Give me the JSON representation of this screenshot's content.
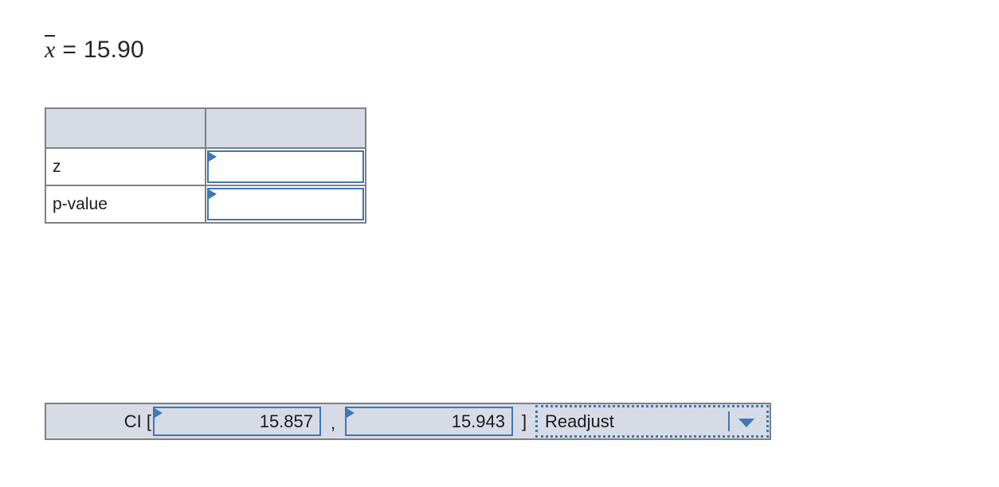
{
  "mean_statement": {
    "symbol": "x",
    "equals": "=",
    "value": "15.90"
  },
  "results_table": {
    "header": {
      "label_col": "",
      "value_col": ""
    },
    "rows": [
      {
        "label": "z",
        "value": ""
      },
      {
        "label": "p-value",
        "value": ""
      }
    ]
  },
  "confidence_interval": {
    "label": "CI [",
    "lower_value": "15.857",
    "separator": ",",
    "close_bracket": "]",
    "readjust_label": "Readjust",
    "upper_value": "15.943",
    "dropdown_icon": "chevron-down-icon"
  },
  "colors": {
    "accent_blue": "#3c78b4",
    "panel_fill": "#d6dbe6",
    "border_gray": "#808080",
    "text": "#1a1a1a"
  }
}
